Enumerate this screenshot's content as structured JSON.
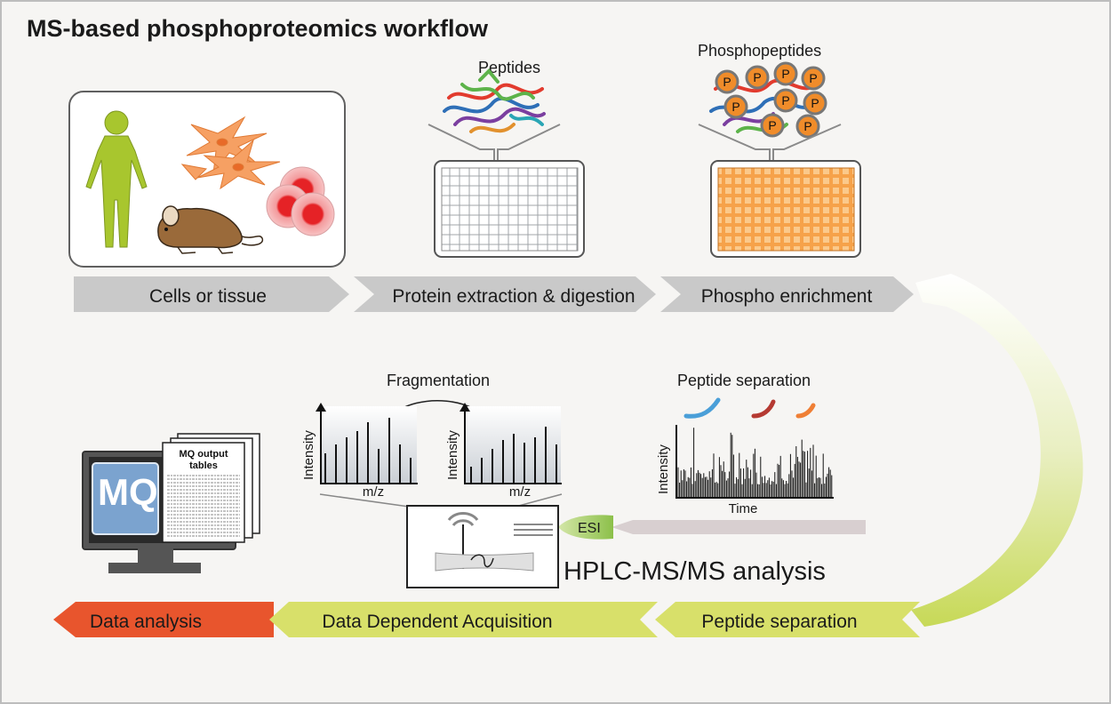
{
  "title": "MS-based phosphoproteomics workflow",
  "top_stages": [
    "Cells or tissue",
    "Protein extraction & digestion",
    "Phospho enrichment"
  ],
  "bottom_stages": [
    "Data analysis",
    "Data Dependent Acquisition",
    "Peptide separation"
  ],
  "labels": {
    "peptides": "Peptides",
    "phosphopeptides": "Phosphopeptides",
    "phospho_marker": "P",
    "fragmentation": "Fragmentation",
    "peptide_separation": "Peptide separation",
    "intensity": "Intensity",
    "mz": "m/z",
    "time": "Time",
    "esi": "ESI",
    "hplc": "HPLC-MS/MS analysis",
    "mq_logo": "MQ",
    "mq_output_line1": "MQ output",
    "mq_output_line2": "tables"
  },
  "colors": {
    "stage_gray": "#c9c9c9",
    "stage_green": "#d8e06a",
    "stage_red": "#e8552d",
    "body_green": "#a8c62e",
    "cell_orange": "#f6a063",
    "phospho_orange": "#f08c2a",
    "blood_red": "#e52226"
  }
}
